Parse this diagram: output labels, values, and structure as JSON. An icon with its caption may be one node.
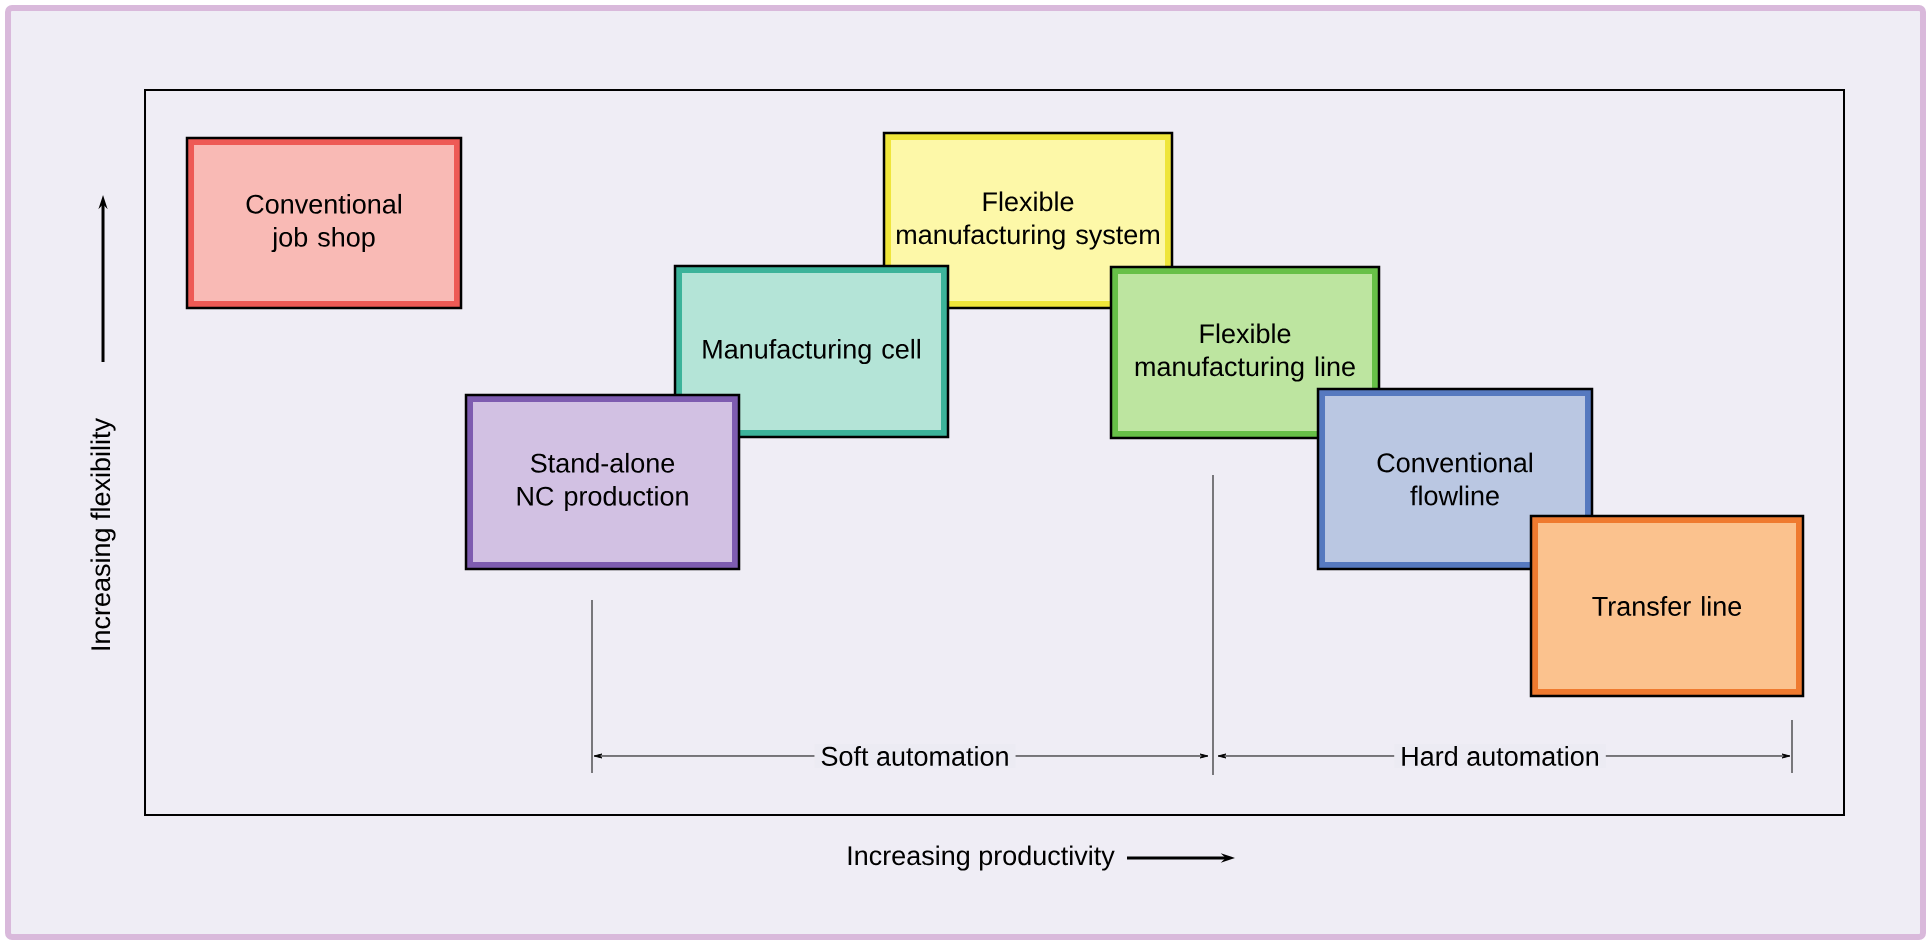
{
  "diagram": {
    "nodes": [
      {
        "text": [
          "Conventional job shop"
        ]
      },
      {
        "text": [
          "Stand-alone NC production"
        ]
      },
      {
        "text": [
          "Manufacturing cell"
        ]
      },
      {
        "text": [
          "Flexible manufacturing system"
        ]
      },
      {
        "text": [
          "Flexible manufacturing line"
        ]
      },
      {
        "text": [
          "Conventional flowline"
        ]
      },
      {
        "text": [
          "Transfer line"
        ]
      }
    ],
    "labels": [
      "Increasing flexibility",
      "Soft automation",
      "Hard automation",
      "Increasing productivity"
    ]
  }
}
